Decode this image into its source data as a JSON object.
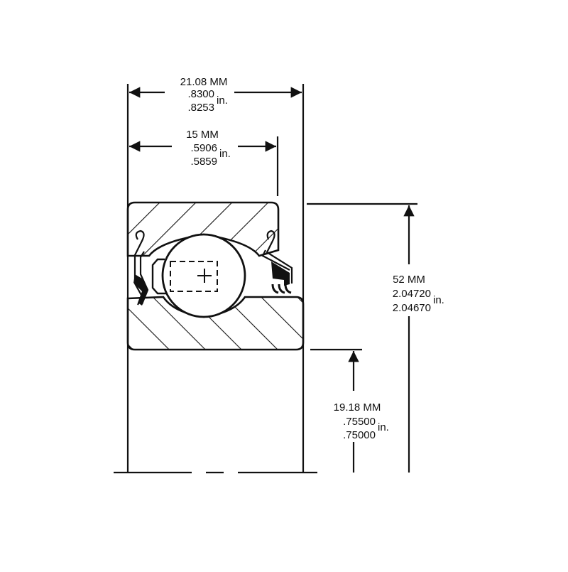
{
  "title": "Ball bearing cross-section dimensional drawing",
  "dimensions": {
    "overall_width": {
      "mm": "21.08 MM",
      "max_in": ".8300",
      "min_in": ".8253",
      "unit": "in."
    },
    "outer_ring_width": {
      "mm": "15 MM",
      "max_in": ".5906",
      "min_in": ".5859",
      "unit": "in."
    },
    "outer_diameter": {
      "mm": "52 MM",
      "max_in": "2.04720",
      "min_in": "2.04670",
      "unit": "in."
    },
    "bore": {
      "mm": "19.18 MM",
      "max_in": ".75500",
      "min_in": ".75000",
      "unit": "in."
    }
  },
  "colors": {
    "line": "#111111",
    "background": "#ffffff"
  }
}
